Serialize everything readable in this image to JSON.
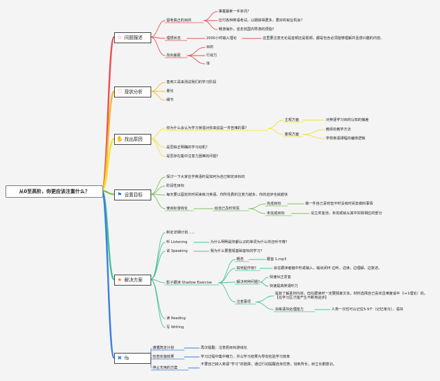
{
  "root": "从0至高阶，你更应该注重什么？",
  "topics": {
    "problem": "问题描述",
    "status": "现状分析",
    "cause": "找出原因",
    "goal": "设置目标",
    "solution": "解决方案",
    "fb": "fb"
  },
  "problem": {
    "purpose": {
      "label": "留考真正的目的",
      "items": [
        "掌握最新一手资讯？",
        "应付各种英语考试，以期获得更多，更好的就业机会？",
        "畅游海外，省去找国内导游的烦恼？"
      ]
    },
    "ideal": {
      "label": "理想状态",
      "sub": "2000小时输入理论",
      "desc": "这里要注意无论是音频还是视频，都是包含必须能够理解并且感兴趣的内容。"
    },
    "find": {
      "label": "找出差距",
      "items": [
        "目的",
        "行动力",
        "体"
      ]
    }
  },
  "status": {
    "items": [
      "善用工具来测试我们的学习阶段",
      "量化",
      "细节"
    ]
  },
  "cause": {
    "q1": "你为什么会认为学习英语对你来说是一件苦难的事？",
    "subjective": "主观方面",
    "subjective_item": "对英语学习目的认知的偏差",
    "objective": "客观方面",
    "objective_items": [
      "教师的教学方法",
      "学校英语课程的编排逻辑"
    ],
    "q2": "是否缺乏明确的学习动机？",
    "q3": "是否存在集中注意力困难的问题？"
  },
  "goal": {
    "items": [
      "探讨一下大家在学英语时是如何为自己制定目标的",
      "阶段性目标",
      "每天要以固定的时间来练习英语，你所花费的注意力越多，你的进步也就越快"
    ],
    "gamify": {
      "label": "使目标游戏化",
      "sub": "给自己及时奖惩",
      "done": "完成目标",
      "done_desc": "做一件自己喜欢但平时没有时间去做的事情",
      "undone": "未完成目标",
      "undone_desc": "设立奖金池，未完成就从其中扣除相应的部分"
    }
  },
  "solution": {
    "plan": "制定详细计划……",
    "listen": "听 Listening",
    "listen_desc": "为什么明明是你都认识的单词为什么你还听不懂？",
    "speak": "说 Speaking",
    "speak_desc": "我为什么要重视基础音标的学习？",
    "shadow": {
      "label": "影子跟读 Shadow Exercise",
      "concept": "概念",
      "concept_desc": "跟音 1.mp3",
      "how": "如何起作用？",
      "how_desc": "会在跟读者脑中形成输入，输出闭环 边听，边读，边理解，边复述。",
      "solve": "解决何种问题？",
      "solve_items": [
        "快速纠正发音",
        "快速提高英语听力"
      ],
      "notes": "注意事项",
      "notes_desc": "提前了解素材内容，但在跟读时一定要脱离文本。材料选择自己喜欢且难度适中（i+1理论）的。【在学习区才能产生不断地进步】",
      "memory": "训练语块处理能力",
      "memory_desc": "人类一次性可以记住5-9个（记忆单元），语块"
    },
    "read": "读 Reading",
    "write": "写 Writing"
  },
  "fb": {
    "items": [
      {
        "label": "遵循既定计划",
        "desc": "再次提醒：注意把目标游戏化"
      },
      {
        "label": "检查实施效果",
        "desc": "学习过程中集中精力，并以学习结果为导向检验学习效率"
      },
      {
        "label": "停止无用的方案",
        "desc": "不要自己掉入英语“学习”的陷阱。通过行动提醒自身优势，找到所长，树立长期意识。"
      }
    ]
  },
  "colors": {
    "problem": "#ee4d4d",
    "status": "#f6b72a",
    "cause": "#f2e230",
    "goal": "#7dc25a",
    "solution": "#46c29a",
    "fb": "#3a7de0"
  }
}
